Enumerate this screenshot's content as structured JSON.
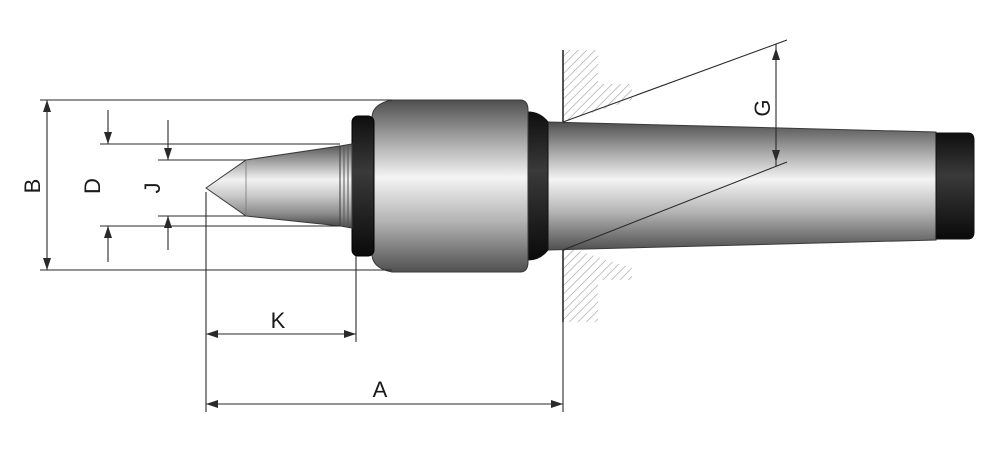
{
  "labels": {
    "A": "A",
    "B": "B",
    "D": "D",
    "J": "J",
    "K": "K",
    "G": "G"
  },
  "colors": {
    "line": "#2a2a2a",
    "hatch": "#9a9a9a",
    "steel_dark": "#3c3c3c",
    "steel_light": "#e8e8e8",
    "ring": "#1f1f1f",
    "background": "#ffffff"
  }
}
